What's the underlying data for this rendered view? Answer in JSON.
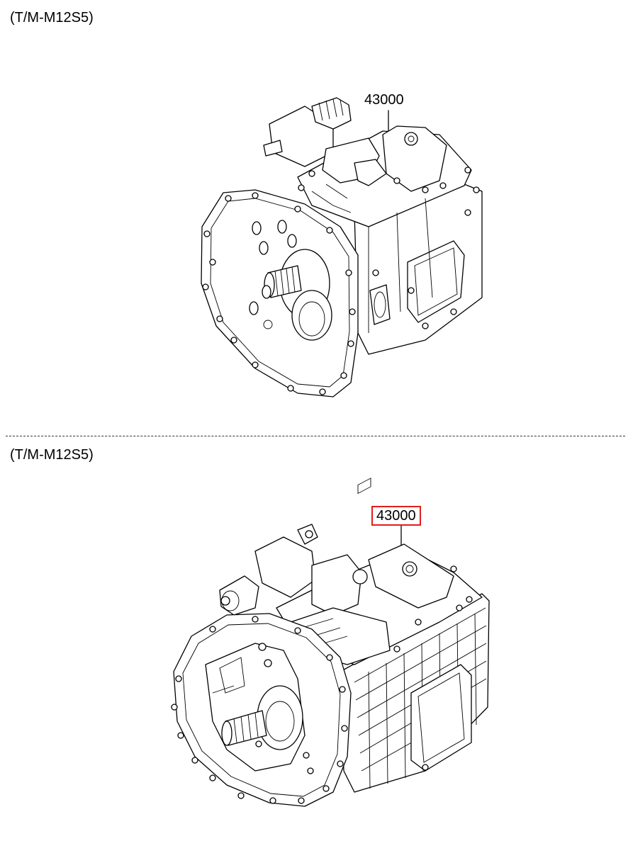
{
  "panels": [
    {
      "label": "(T/M-M12S5)",
      "callout": "43000",
      "callout_highlighted": false
    },
    {
      "label": "(T/M-M12S5)",
      "callout": "43000",
      "callout_highlighted": true,
      "highlight_color": "#e11e1e"
    }
  ]
}
